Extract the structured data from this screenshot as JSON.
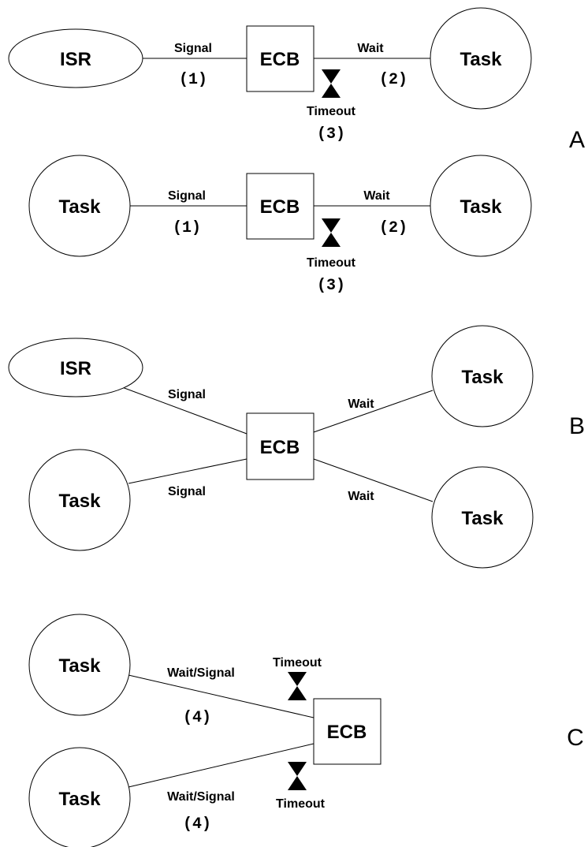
{
  "section_a": {
    "section_label": "A",
    "row1": {
      "source_label": "ISR",
      "ecb_label": "ECB",
      "target_label": "Task",
      "signal_label": "Signal",
      "signal_step": "(1)",
      "wait_label": "Wait",
      "wait_step": "(2)",
      "timeout_label": "Timeout",
      "timeout_step": "(3)"
    },
    "row2": {
      "source_label": "Task",
      "ecb_label": "ECB",
      "target_label": "Task",
      "signal_label": "Signal",
      "signal_step": "(1)",
      "wait_label": "Wait",
      "wait_step": "(2)",
      "timeout_label": "Timeout",
      "timeout_step": "(3)"
    }
  },
  "section_b": {
    "section_label": "B",
    "isr_label": "ISR",
    "left_task_label": "Task",
    "ecb_label": "ECB",
    "right_task_top_label": "Task",
    "right_task_bottom_label": "Task",
    "signal_top_label": "Signal",
    "signal_bottom_label": "Signal",
    "wait_top_label": "Wait",
    "wait_bottom_label": "Wait"
  },
  "section_c": {
    "section_label": "C",
    "task_top_label": "Task",
    "task_bottom_label": "Task",
    "ecb_label": "ECB",
    "wait_signal_top_label": "Wait/Signal",
    "wait_signal_top_step": "(4)",
    "wait_signal_bottom_label": "Wait/Signal",
    "wait_signal_bottom_step": "(4)",
    "timeout_top_label": "Timeout",
    "timeout_bottom_label": "Timeout"
  }
}
